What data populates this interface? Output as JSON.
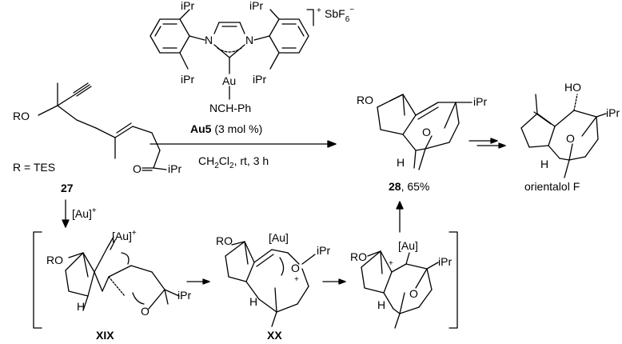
{
  "scheme": {
    "catalyst": {
      "label": "Au5",
      "loading": " (3 mol %)",
      "counterion": "SbF",
      "counterion_sub": "6",
      "counterion_charge": "−",
      "complex_charge": "+",
      "metal": "Au",
      "ligand_group": "NCH-Ph",
      "nitrogen": "N",
      "ipr": "iPr"
    },
    "conditions": {
      "solvent": "CH",
      "solvent_sub": "2",
      "solvent_mid": "Cl",
      "rest": ", rt, 3 h"
    },
    "reactant": {
      "number": "27",
      "r_label": "R = TES",
      "ro": "RO",
      "carbonyl_o": "O",
      "ipr": "iPr"
    },
    "product": {
      "number": "28",
      "yield": ", 65%",
      "ro": "RO",
      "o": "O",
      "h": "H",
      "ipr": "iPr"
    },
    "target": {
      "name": "orientalol F",
      "ho": "HO",
      "o": "O",
      "h": "H",
      "ipr": "iPr"
    },
    "step_reagent": {
      "text": "[Au]",
      "charge": "+"
    },
    "intermediates": [
      {
        "label": "XIX",
        "au": "[Au]",
        "charge": "+",
        "ro": "RO",
        "h": "H",
        "o": "O",
        "ipr": "iPr"
      },
      {
        "label": "XX",
        "au": "[Au]",
        "ro": "RO",
        "h": "H",
        "o": "O",
        "charge": "+",
        "ipr": "iPr"
      },
      {
        "label": "",
        "au": "[Au]",
        "ro": "RO",
        "h": "H",
        "o": "O",
        "charge": "+",
        "ipr": "iPr"
      }
    ]
  }
}
